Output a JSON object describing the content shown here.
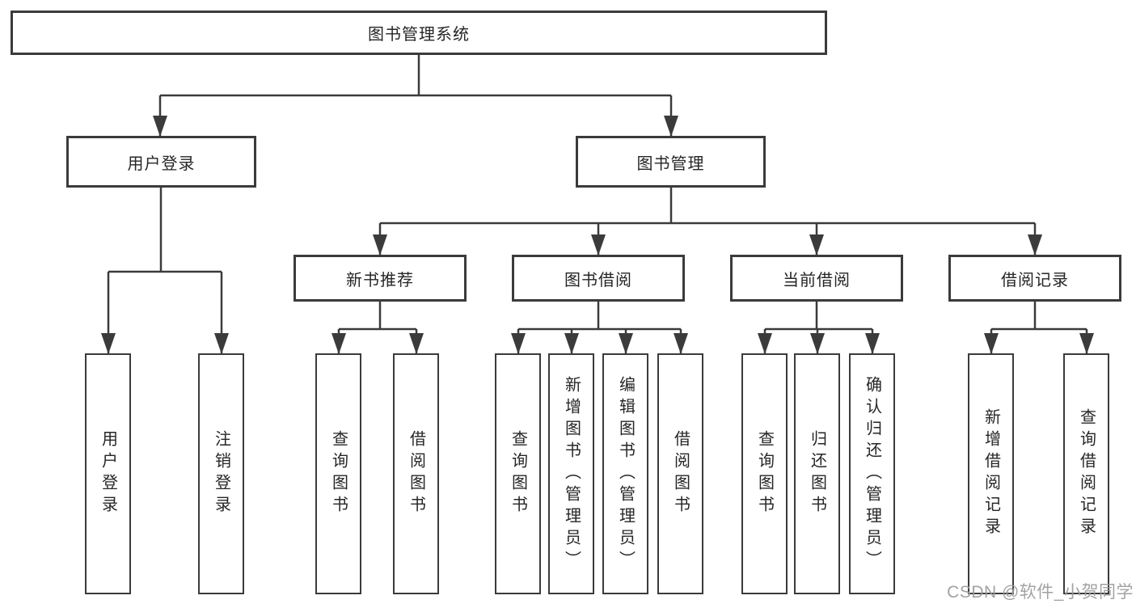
{
  "diagram": {
    "root": {
      "label": "图书管理系统",
      "children": [
        {
          "label": "用户登录",
          "children": [
            {
              "label": "用户登录"
            },
            {
              "label": "注销登录"
            }
          ]
        },
        {
          "label": "图书管理",
          "children": [
            {
              "label": "新书推荐",
              "children": [
                {
                  "label": "查询图书"
                },
                {
                  "label": "借阅图书"
                }
              ]
            },
            {
              "label": "图书借阅",
              "children": [
                {
                  "label": "查询图书"
                },
                {
                  "label": "新增图书（管理员）"
                },
                {
                  "label": "编辑图书（管理员）"
                },
                {
                  "label": "借阅图书"
                }
              ]
            },
            {
              "label": "当前借阅",
              "children": [
                {
                  "label": "查询图书"
                },
                {
                  "label": "归还图书"
                },
                {
                  "label": "确认归还（管理员）"
                }
              ]
            },
            {
              "label": "借阅记录",
              "children": [
                {
                  "label": "新增借阅记录"
                },
                {
                  "label": "查询借阅记录"
                }
              ]
            }
          ]
        }
      ]
    }
  },
  "watermark": {
    "text": "CSDN @软件_小贺同学"
  },
  "colors": {
    "line": "#3b3b3b",
    "text": "#262626",
    "background": "#ffffff",
    "watermark": "#9b9b9b"
  }
}
